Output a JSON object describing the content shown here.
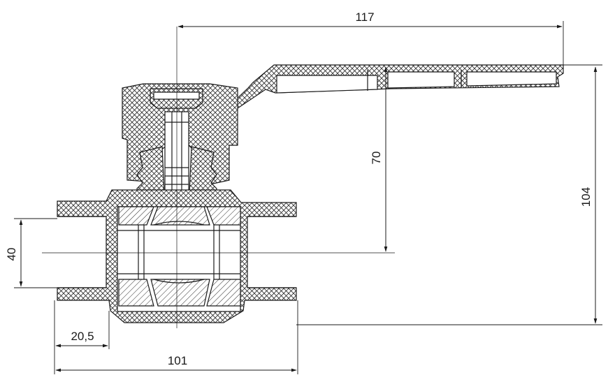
{
  "dimensions": {
    "handle_length": "117",
    "handle_height": "70",
    "overall_height": "104",
    "bore": "40",
    "socket_depth": "20,5",
    "overall_length": "101"
  },
  "colors": {
    "line": "#1a1a1a",
    "hatch": "#2a2a2a",
    "background": "#ffffff"
  }
}
